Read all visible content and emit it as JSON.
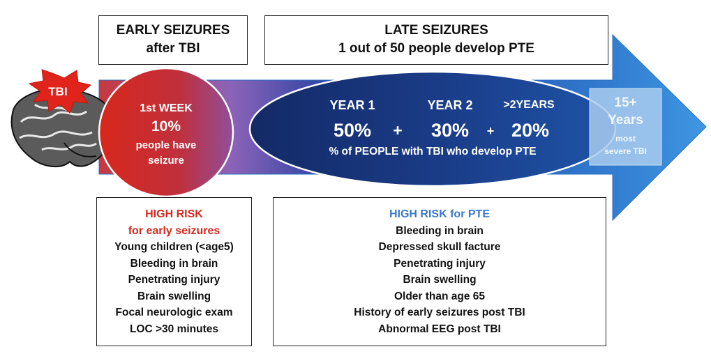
{
  "early_box": {
    "line1": "EARLY SEIZURES",
    "line2": "after TBI"
  },
  "late_box": {
    "line1": "LATE SEIZURES",
    "line2": "1 out of 50 people develop PTE"
  },
  "tbi_label": "TBI",
  "week_circle": {
    "line1": "1st WEEK",
    "line2": "10%",
    "line3": "people have",
    "line4": "seizure"
  },
  "years": {
    "year1": {
      "label": "YEAR 1",
      "value": "50%"
    },
    "year2": {
      "label": "YEAR 2",
      "value": "30%"
    },
    "year3": {
      "label": ">2YEARS",
      "value": "20%"
    },
    "plus": "+",
    "caption": "% of PEOPLE with TBI who develop PTE"
  },
  "fifteen": {
    "line1": "15+",
    "line2": "Years",
    "line3": "most",
    "line4": "severe TBI"
  },
  "risk_early": {
    "title1": "HIGH RISK",
    "title2": "for early seizures",
    "items": [
      "Young children (<age5)",
      "Bleeding in brain",
      "Penetrating injury",
      "Brain swelling",
      "Focal neurologic exam",
      "LOC >30 minutes"
    ]
  },
  "risk_late": {
    "title": "HIGH RISK for PTE",
    "items": [
      "Bleeding in brain",
      "Depressed skull facture",
      "Penetrating injury",
      "Brain swelling",
      "Older than age 65",
      "History of early seizures post TBI",
      "Abnormal EEG post TBI"
    ]
  },
  "colors": {
    "arrow_blue": "#2f86d6",
    "circle_red": "#d22a20",
    "ellipse_navy": "#142f6f",
    "red_text": "#d42a1f",
    "blue_text": "#3a79c9"
  }
}
